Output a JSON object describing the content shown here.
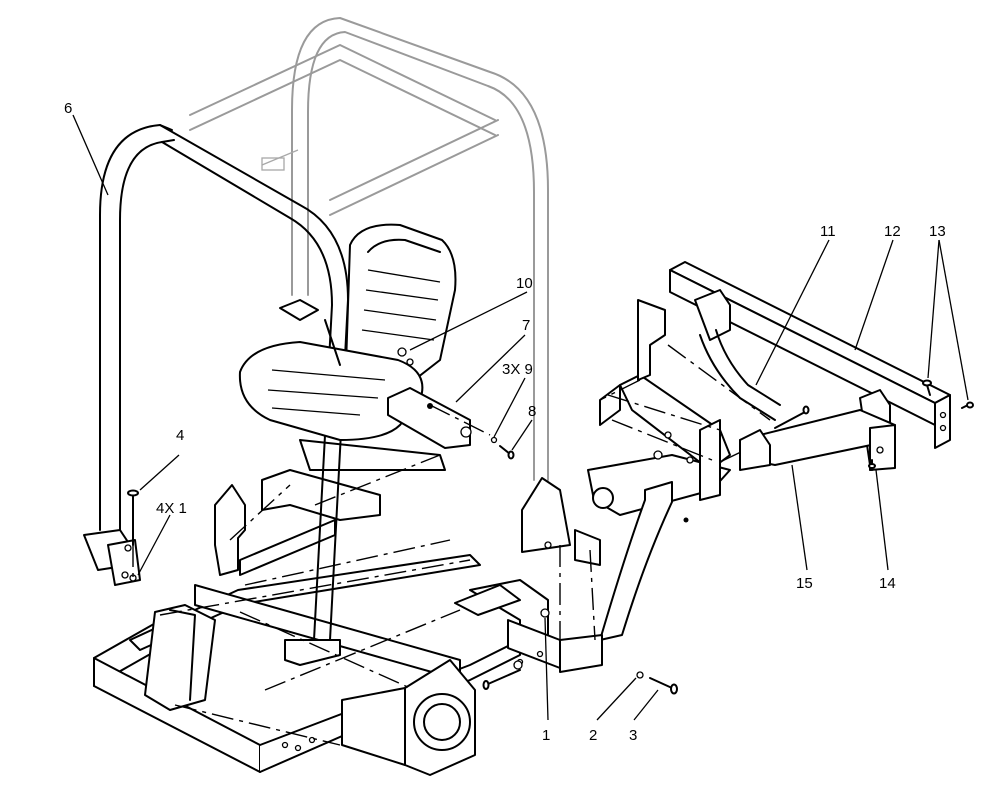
{
  "callouts": [
    {
      "id": "c1",
      "text": "1"
    },
    {
      "id": "c2",
      "text": "2"
    },
    {
      "id": "c3",
      "text": "3"
    },
    {
      "id": "c4",
      "text": "4"
    },
    {
      "id": "c4x1",
      "text": "4X 1"
    },
    {
      "id": "c6",
      "text": "6"
    },
    {
      "id": "c7",
      "text": "7"
    },
    {
      "id": "c3x9",
      "text": "3X 9"
    },
    {
      "id": "c8",
      "text": "8"
    },
    {
      "id": "c10",
      "text": "10"
    },
    {
      "id": "c11",
      "text": "11"
    },
    {
      "id": "c12",
      "text": "12"
    },
    {
      "id": "c13",
      "text": "13"
    },
    {
      "id": "c14",
      "text": "14"
    },
    {
      "id": "c15",
      "text": "15"
    }
  ],
  "colors": {
    "line": "#000000",
    "background": "#ffffff",
    "ghost_line": "#9a9a9a"
  }
}
